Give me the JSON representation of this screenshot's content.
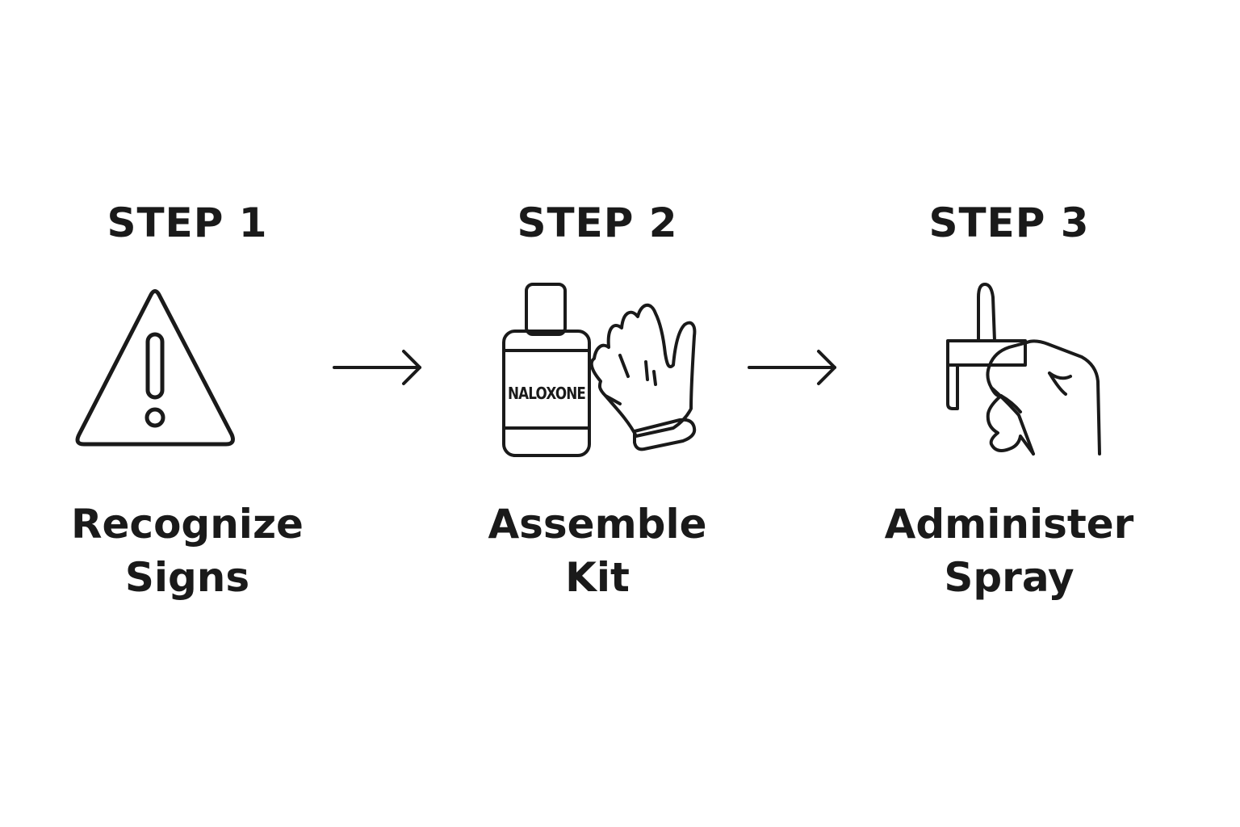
{
  "steps": [
    {
      "heading": "STEP 1",
      "caption_line1": "Recognize",
      "caption_line2": "Signs",
      "icon": "warning-triangle-icon"
    },
    {
      "heading": "STEP 2",
      "caption_line1": "Assemble",
      "caption_line2": "Kit",
      "icon": "naloxone-bottle-and-glove-icon",
      "bottle_label": "NALOXONE"
    },
    {
      "heading": "STEP 3",
      "caption_line1": "Administer",
      "caption_line2": "Spray",
      "icon": "nasal-spray-hand-icon"
    }
  ],
  "colors": {
    "stroke": "#1a1a1a",
    "background": "#ffffff"
  }
}
